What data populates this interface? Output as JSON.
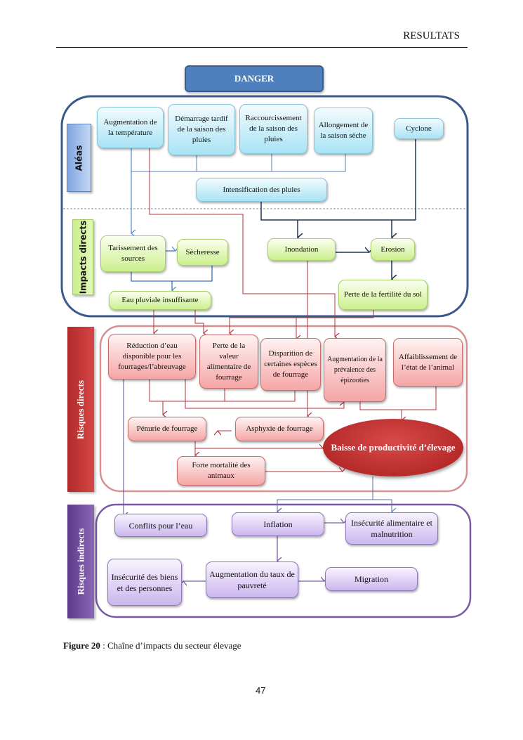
{
  "header": {
    "section_title": "RESULTATS"
  },
  "danger": {
    "label": "DANGER"
  },
  "sections": {
    "aleas": "Aléas",
    "impacts_directs": "Impacts directs",
    "risques_directs": "Risques directs",
    "risques_indirects": "Risques indirects"
  },
  "aleas": {
    "augmentation_temperature": "Augmentation de la température",
    "demarrage_tardif": "Démarrage tardif de la saison des pluies",
    "raccourcissement": "Raccourcissement de la saison des pluies",
    "allongement": "Allongement de la saison sèche",
    "cyclone": "Cyclone",
    "intensification": "Intensification des pluies"
  },
  "impacts_directs": {
    "tarissement": "Tarissement des sources",
    "secheresse": "Sècheresse",
    "inondation": "Inondation",
    "erosion": "Erosion",
    "eau_pluviale": "Eau pluviale insuffisante",
    "perte_fertilite": "Perte de la fertilité du sol"
  },
  "risques_directs": {
    "reduction_eau": "Réduction d’eau disponible pour les fourrages/l’abreuvage",
    "perte_valeur": "Perte de la valeur alimentaire de fourrage",
    "disparition": "Disparition de certaines espèces de fourrage",
    "epizooties": "Augmentation de la prévalence des épizooties",
    "affaiblissement": "Affaiblissement de l’état de l’animal",
    "penurie": "Pénurie de fourrage",
    "asphyxie": "Asphyxie de fourrage",
    "mortalite": "Forte mortalité des animaux",
    "baisse_productivite": "Baisse de productivité d’élevage"
  },
  "risques_indirects": {
    "conflits": "Conflits pour l’eau",
    "inflation": "Inflation",
    "insecurite_alimentaire": "Insécurité alimentaire et malnutrition",
    "insecurite_biens": "Insécurité des biens et des personnes",
    "pauvrete": "Augmentation du taux de pauvreté",
    "migration": "Migration"
  },
  "caption": {
    "label": "Figure 20",
    "text": " : Chaîne d’impacts du secteur élevage"
  },
  "page_number": "47",
  "colors": {
    "danger": "#4e80bd",
    "aleas_frame": "#3b5a8a",
    "risques_directs_frame": "#d88f8f",
    "risques_indirects_frame": "#7a5aa6",
    "connector_red": "#b0323a",
    "connector_blue": "#5b8fd6",
    "connector_navy": "#1f3456",
    "connector_purple": "#7a5aa6"
  }
}
